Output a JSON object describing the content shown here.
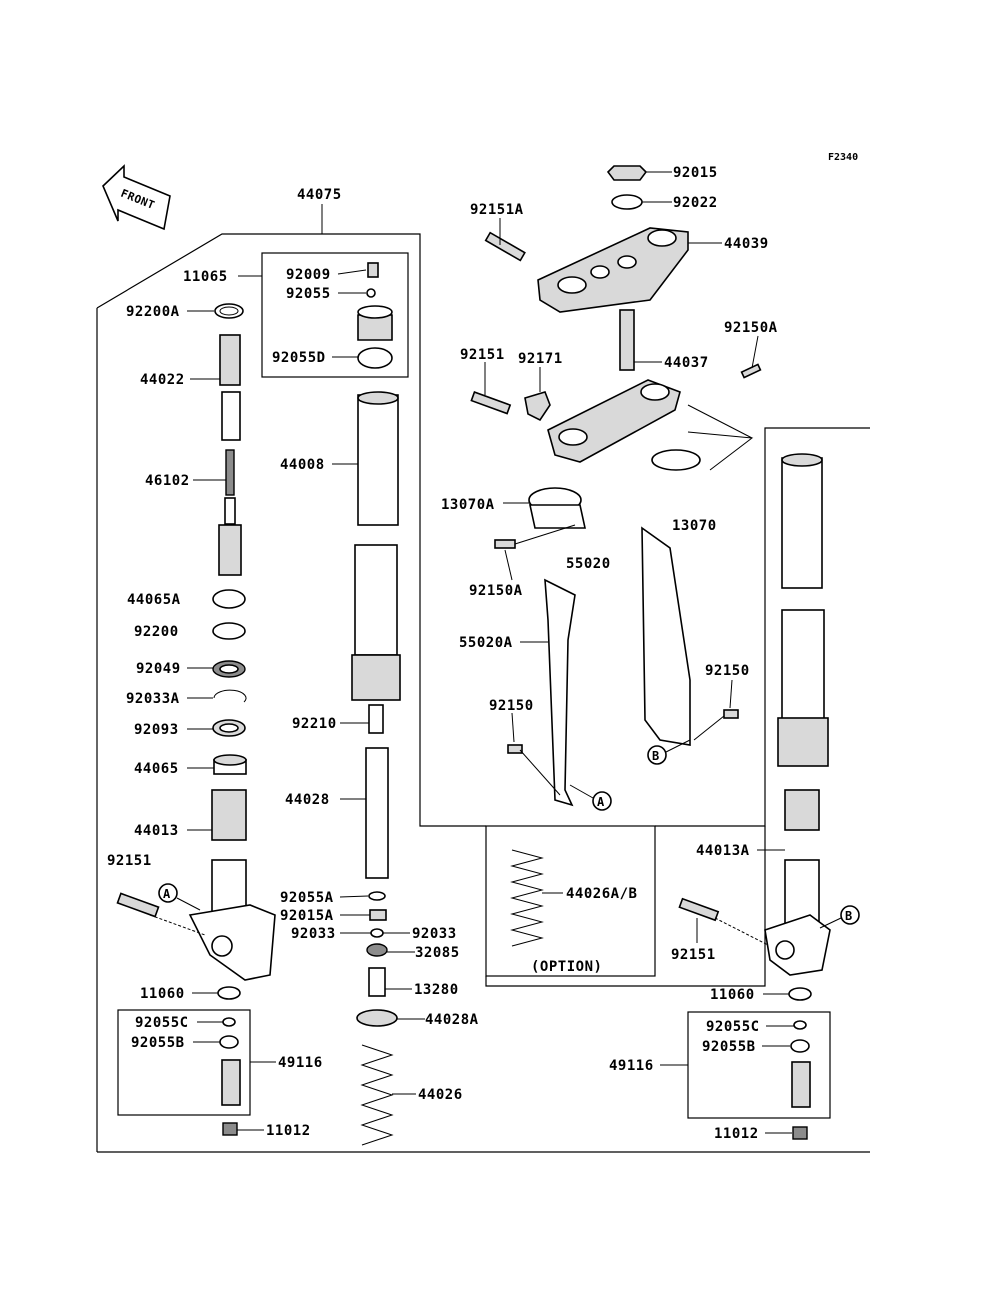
{
  "diagram_code": "F2340",
  "front_marker": "FRONT",
  "option_label": "(OPTION)",
  "refs": {
    "A": "A",
    "B": "B"
  },
  "labels": {
    "p44075": "44075",
    "p11065": "11065",
    "p92009": "92009",
    "p92055": "92055",
    "p92055D": "92055D",
    "p92200A": "92200A",
    "p44022": "44022",
    "p44008": "44008",
    "p46102": "46102",
    "p44065A": "44065A",
    "p92200": "92200",
    "p92049": "92049",
    "p92033A": "92033A",
    "p92093": "92093",
    "p92210": "92210",
    "p44065": "44065",
    "p44028": "44028",
    "p44013": "44013",
    "p92151_left": "92151",
    "p92055A": "92055A",
    "p92015A": "92015A",
    "p92033_l": "92033",
    "p92033_r": "92033",
    "p32085": "32085",
    "p11060_left": "11060",
    "p13280": "13280",
    "p44028A": "44028A",
    "p92055C_left": "92055C",
    "p92055B_left": "92055B",
    "p49116_left": "49116",
    "p44026": "44026",
    "p11012_left": "11012",
    "p92015": "92015",
    "p92022": "92022",
    "p92151A": "92151A",
    "p44039": "44039",
    "p92150A_top": "92150A",
    "p92151_mid": "92151",
    "p92171": "92171",
    "p44037": "44037",
    "p13070A": "13070A",
    "p13070": "13070",
    "p92150A_mid": "92150A",
    "p55020": "55020",
    "p55020A": "55020A",
    "p92150_right": "92150",
    "p92150_mid": "92150",
    "p44026AB": "44026A/B",
    "p44013A": "44013A",
    "p92151_right": "92151",
    "p11060_right": "11060",
    "p92055C_right": "92055C",
    "p92055B_right": "92055B",
    "p49116_right": "49116",
    "p11012_right": "11012"
  }
}
